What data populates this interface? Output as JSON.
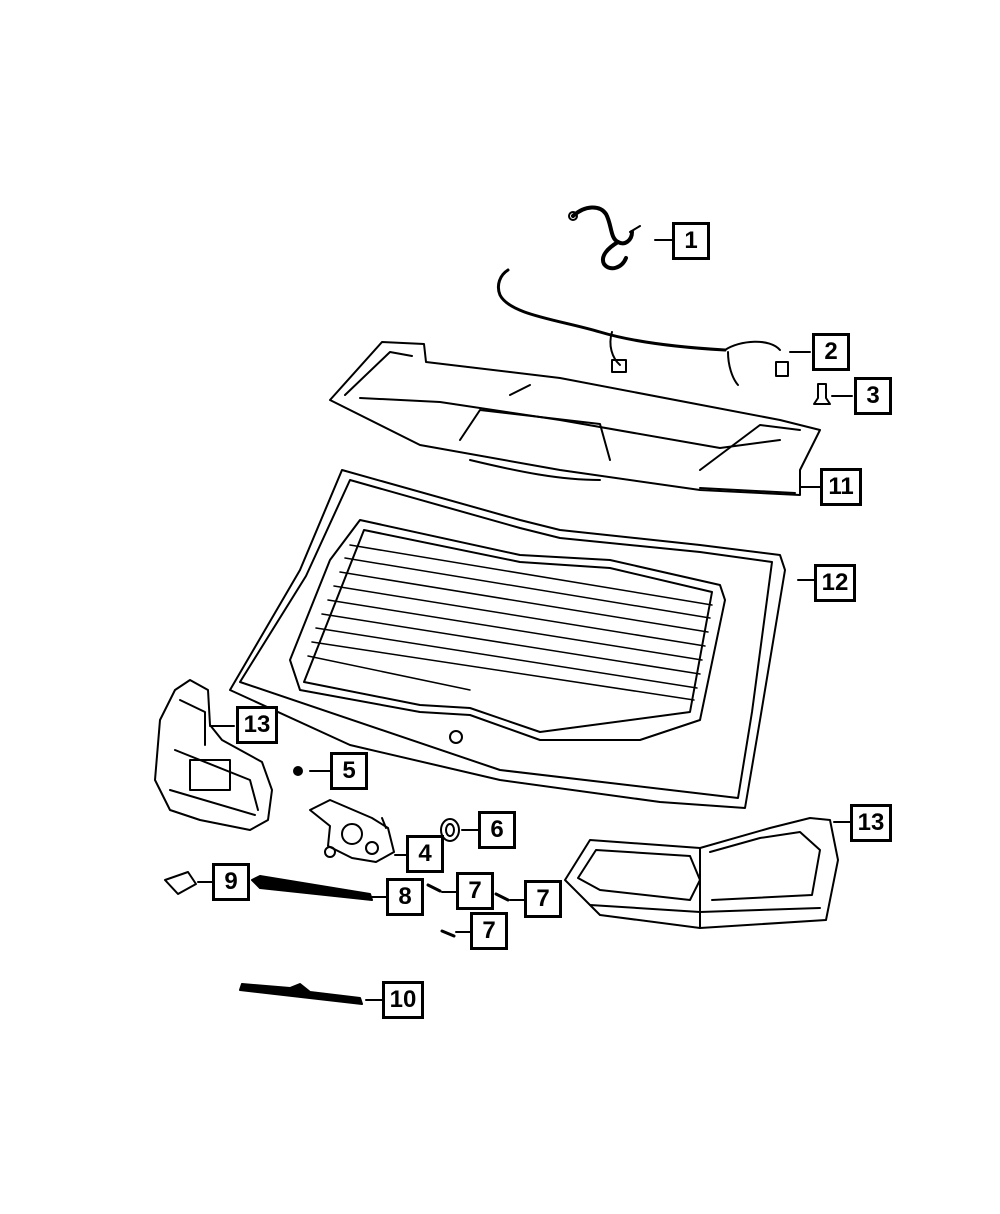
{
  "callouts": {
    "c1": "1",
    "c2": "2",
    "c3": "3",
    "c4": "4",
    "c5": "5",
    "c6": "6",
    "c7a": "7",
    "c7b": "7",
    "c7c": "7",
    "c8": "8",
    "c9": "9",
    "c10": "10",
    "c11": "11",
    "c12": "12",
    "c13a": "13",
    "c13b": "13"
  },
  "colors": {
    "line": "#000000",
    "background": "#ffffff"
  }
}
